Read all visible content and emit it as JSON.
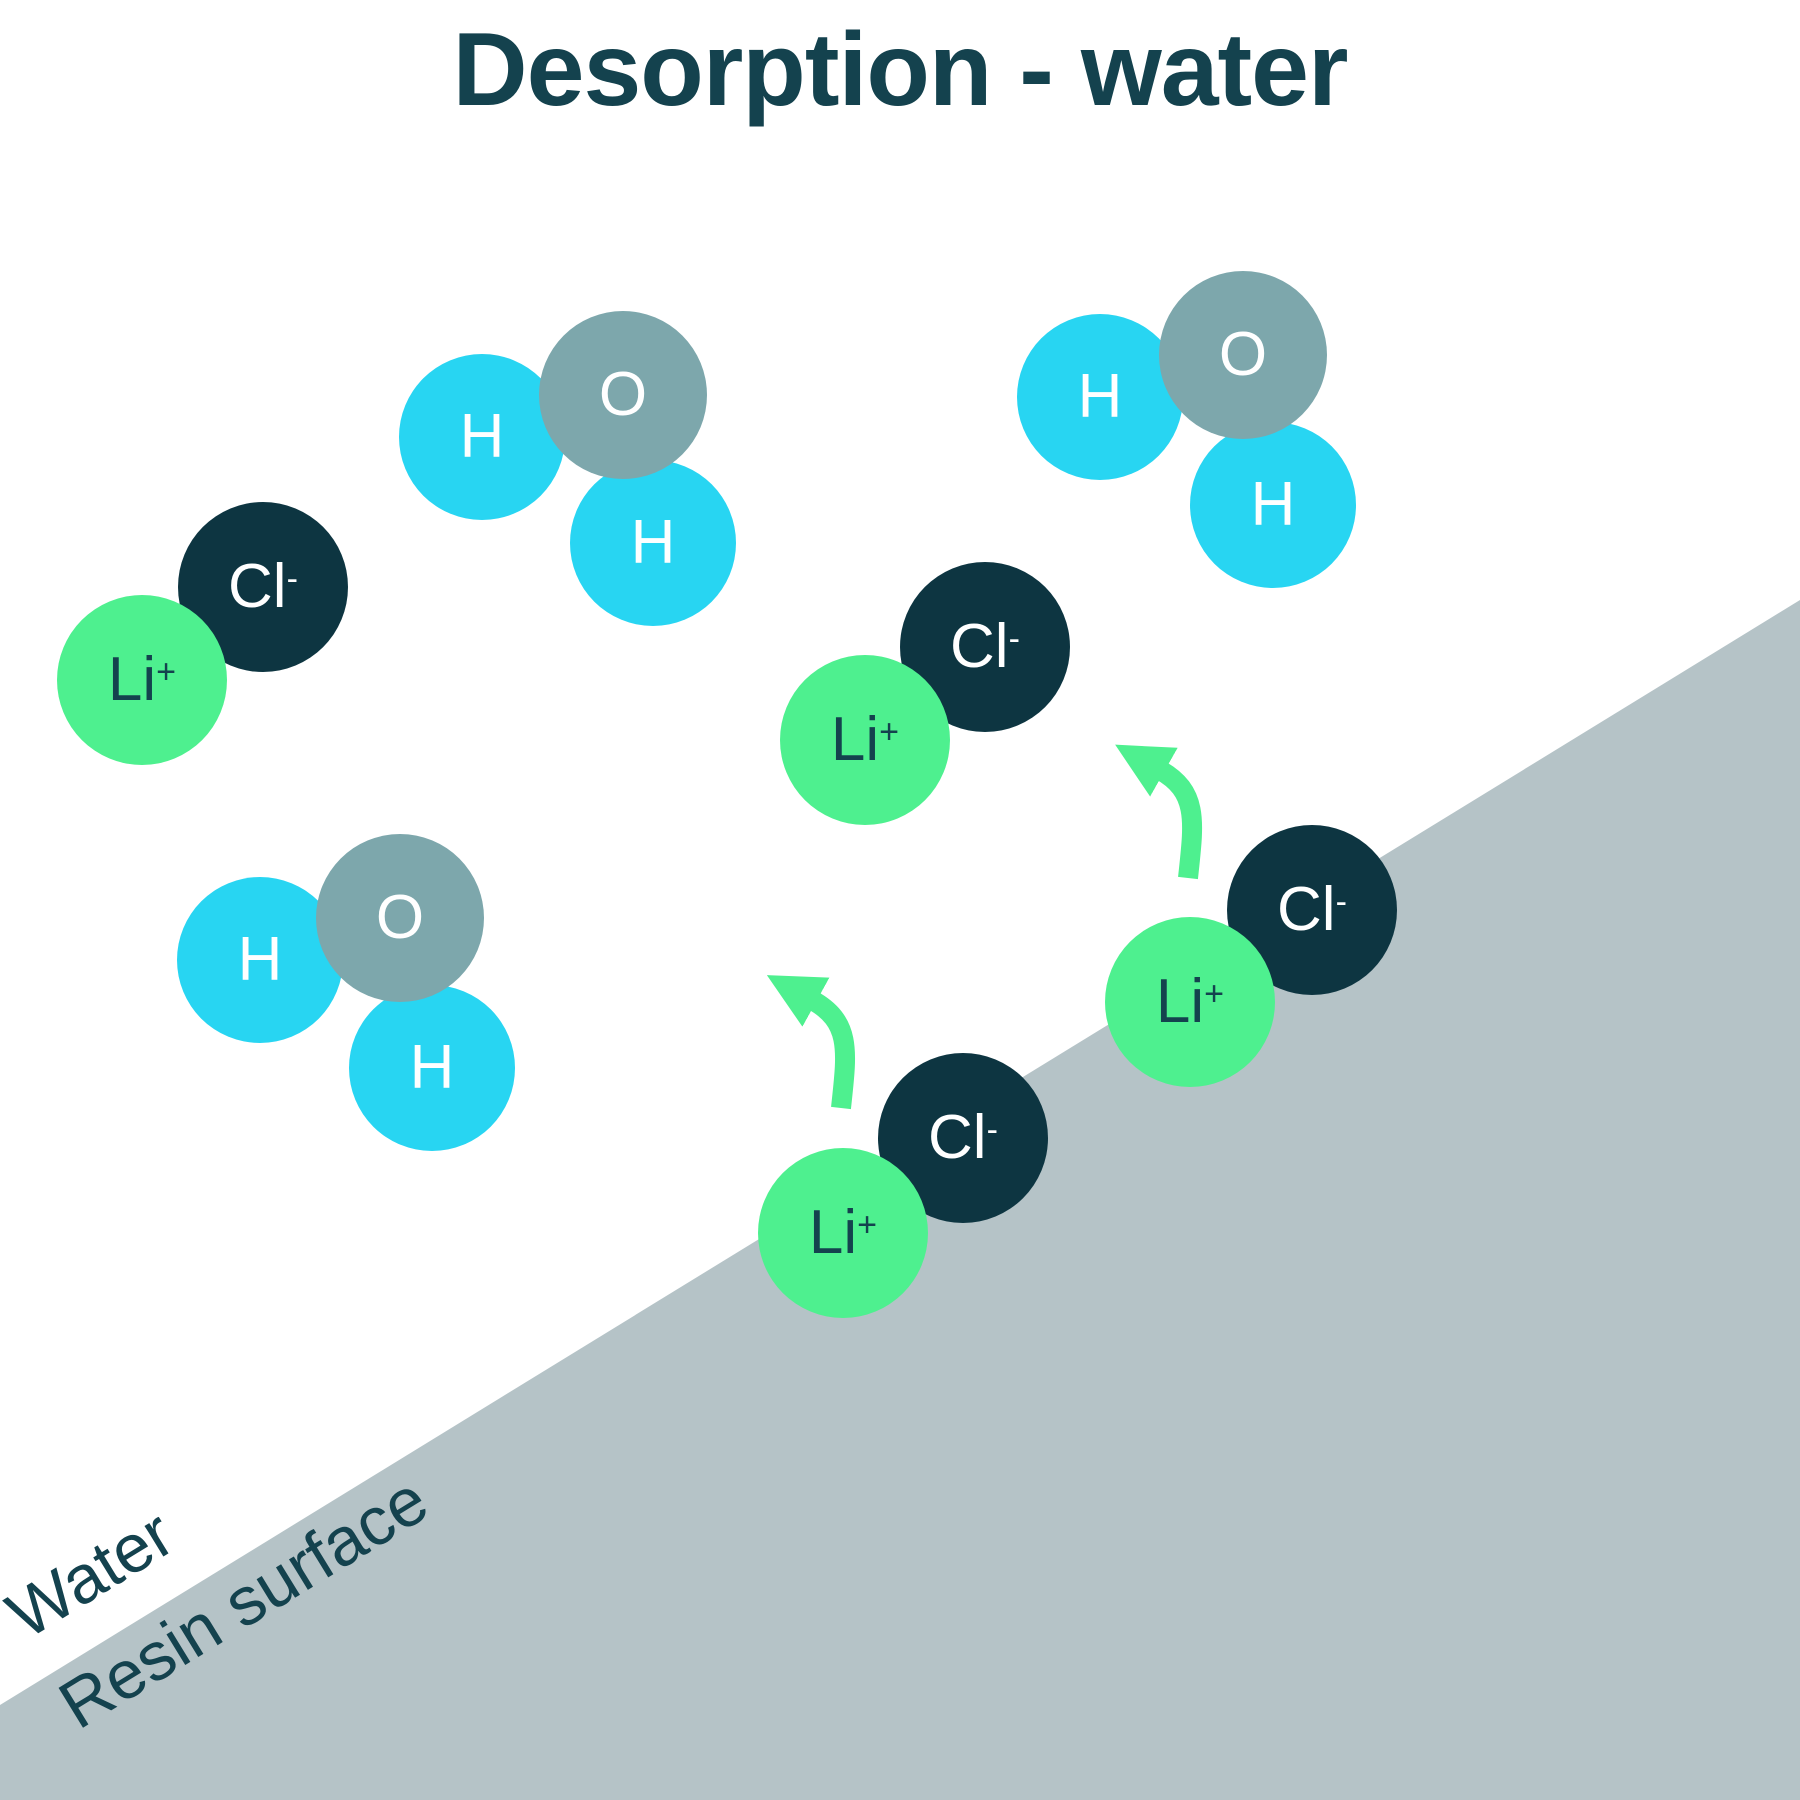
{
  "title": "Desorption - water",
  "labels": {
    "hydrogen": "H",
    "oxygen": "O",
    "lithium": {
      "base": "Li",
      "charge": "+"
    },
    "chloride": {
      "base": "Cl",
      "charge": "-"
    },
    "water_region": "Water",
    "resin_region": "Resin surface"
  },
  "colors": {
    "hydrogen_circle": "#28D5F2",
    "oxygen_circle": "#7DA7AC",
    "lithium_circle": "#4EF08F",
    "chloride_circle": "#0D3541",
    "arrow_green": "#4EF08F",
    "resin_surface": "#B5C3C7",
    "dark_text": "#14424E",
    "light_text": "#FFFFFF",
    "background": "#FFFFFF"
  }
}
